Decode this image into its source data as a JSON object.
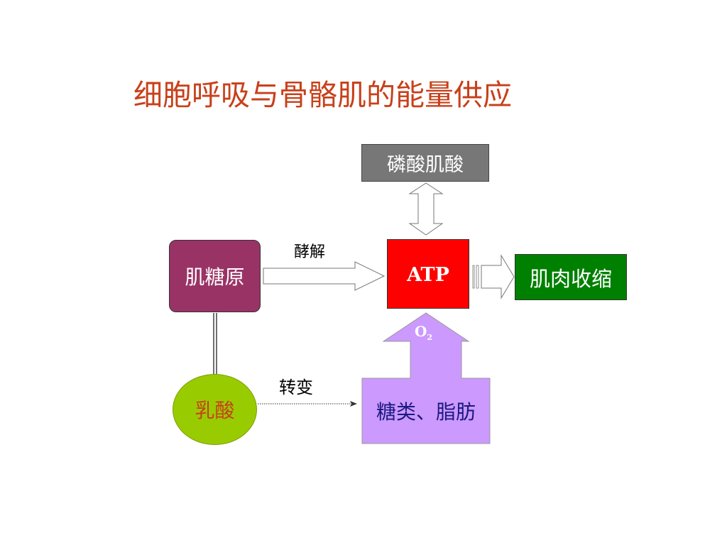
{
  "title": "细胞呼吸与骨骼肌的能量供应",
  "nodes": {
    "phosphocreatine": "磷酸肌酸",
    "atp": "ATP",
    "glycogen": "肌糖原",
    "muscle_contraction": "肌肉收缩",
    "lactic_acid": "乳酸",
    "sugars_fats": "糖类、脂肪"
  },
  "edges": {
    "glycolysis": "酵解",
    "conversion": "转变",
    "oxygen_base": "O",
    "oxygen_sub": "2"
  },
  "colors": {
    "title": "#c8401a",
    "phosphocreatine": "#777777",
    "atp": "#ff0000",
    "glycogen": "#993366",
    "muscle_contraction": "#008000",
    "lactic_acid": "#99cc00",
    "sugars_fats": "#cc99ff"
  }
}
